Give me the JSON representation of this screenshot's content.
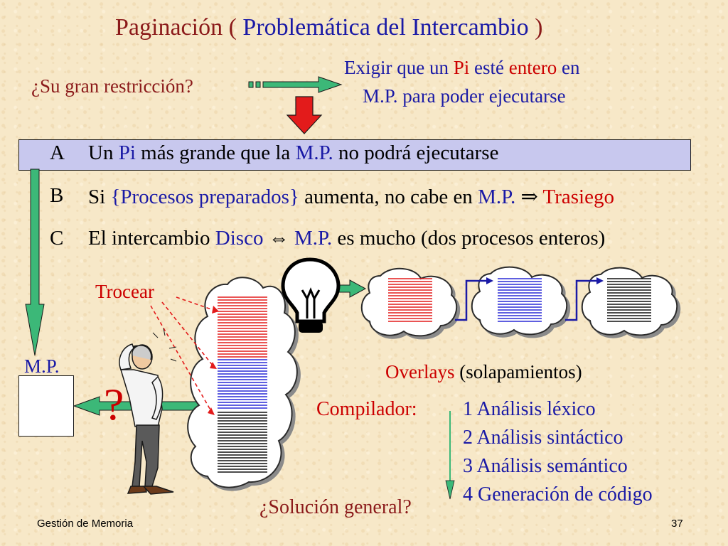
{
  "title": {
    "part1": "Paginación ( ",
    "part2": "Problemática del Intercambio",
    "part3": " )"
  },
  "question": "¿Su gran restricción?",
  "answer": {
    "l1_a": "Exigir que un ",
    "l1_b": "Pi",
    "l1_c": " esté ",
    "l1_d": "entero",
    "l1_e": " en",
    "l2": "M.P. para poder ejecutarse"
  },
  "items": {
    "a": {
      "letter": "A",
      "t1": "Un ",
      "t2": "Pi",
      "t3": " más grande que la ",
      "t4": "M.P.",
      "t5": " no podrá ejecutarse"
    },
    "b": {
      "letter": "B",
      "t1": "Si ",
      "t2": "{Procesos preparados}",
      "t3": " aumenta, no cabe en ",
      "t4": "M.P.",
      "t5": " ⇒ ",
      "t6": "Trasiego"
    },
    "c": {
      "letter": "C",
      "t1": "El intercambio ",
      "t2": "Disco",
      "t3": " ⇔ ",
      "t4": "M.P.",
      "t5": " es mucho (dos procesos enteros)"
    }
  },
  "trocear": "Trocear",
  "mp_label": "M.P.",
  "question_mark": "?",
  "overlays": {
    "t1": "Overlays",
    "t2": " (solapamientos)"
  },
  "compilador": "Compilador:",
  "steps": [
    "1 Análisis léxico",
    "2 Análisis sintáctico",
    "3 Análisis semántico",
    "4 Generación de código"
  ],
  "solucion": "¿Solución general?",
  "footer": {
    "left": "Gestión de Memoria",
    "right": "37"
  },
  "colors": {
    "red": "#cc0000",
    "blue": "#1a1aa6",
    "green": "#3cb878",
    "title": "#8b1a1a",
    "highlight": "#c8c8ee"
  },
  "icons": [
    "arrow-right-icon",
    "arrow-down-icon",
    "lightbulb-icon",
    "cloud-icon",
    "thinking-man-icon"
  ]
}
